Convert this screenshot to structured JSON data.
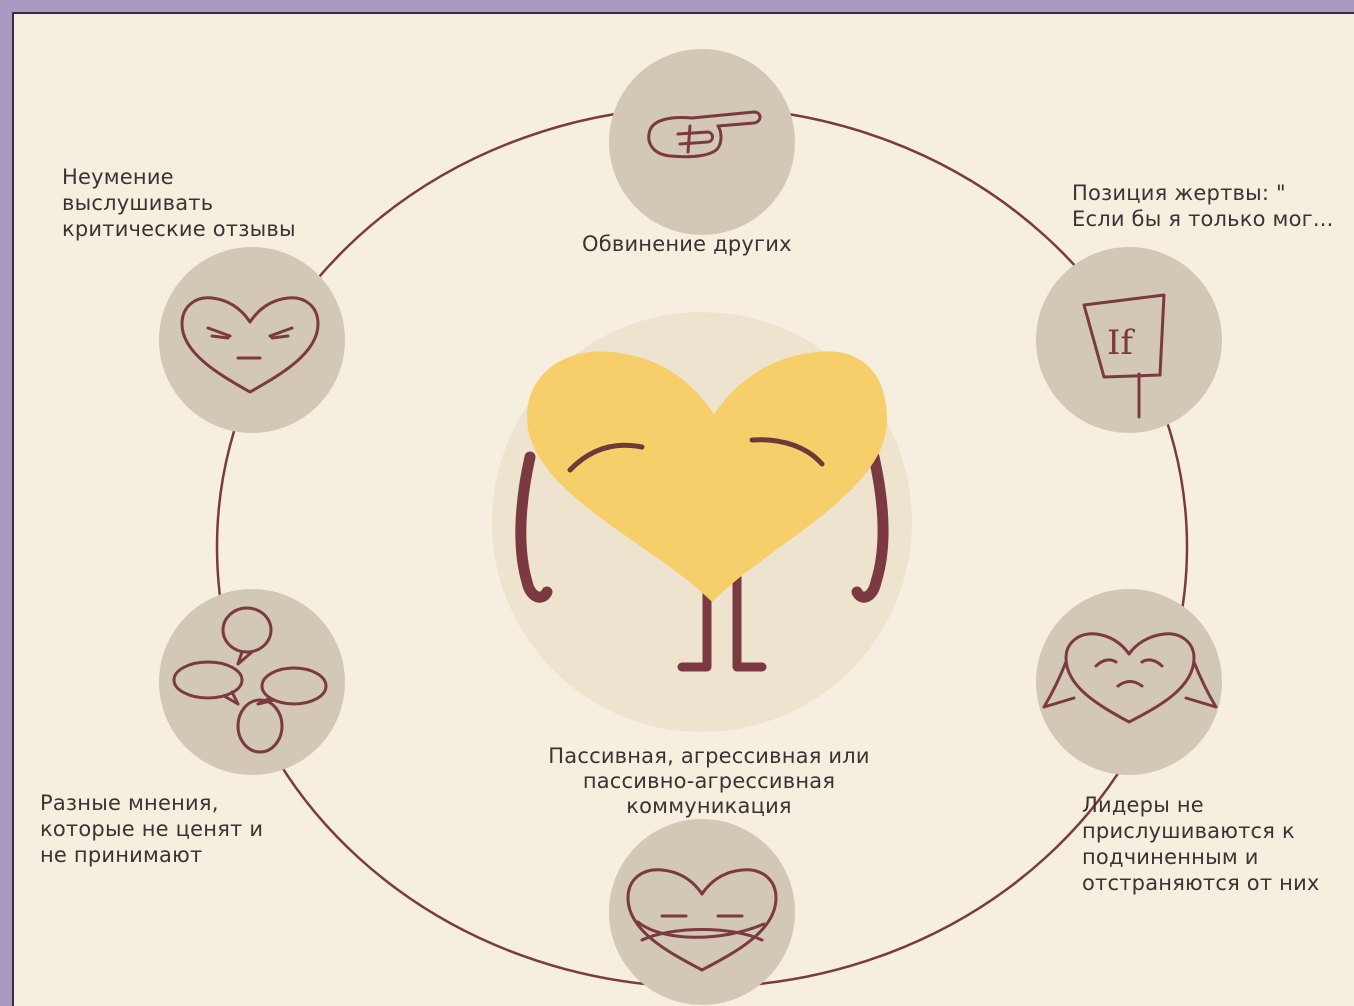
{
  "colors": {
    "frame": "#a99ac4",
    "background": "#f6efdf",
    "circle_fill": "#d3c7b6",
    "center_fill": "#eee3cf",
    "heart_yellow": "#f6cf6a",
    "line": "#7b3a3f",
    "text": "#3a3333"
  },
  "nodes": [
    {
      "id": "top",
      "label": "Обвинение других",
      "icon": "pointing-hand-icon"
    },
    {
      "id": "right-top",
      "label": "Позиция жертвы: \"\nЕсли бы я только мог...",
      "icon": "if-sign-icon"
    },
    {
      "id": "right-bottom",
      "label": "Лидеры не\nприслушиваются к\nподчиненным и\nотстраняются от них",
      "icon": "sad-heart-hands-icon"
    },
    {
      "id": "bottom",
      "label": "Пассивная, агрессивная или\nпассивно-агрессивная\nкоммуникация",
      "icon": "crossed-arms-heart-icon"
    },
    {
      "id": "left-bottom",
      "label": "Разные мнения,\nкоторые не ценят и\nне принимают",
      "icon": "speech-bubbles-icon"
    },
    {
      "id": "left-top",
      "label": "Неумение\nвыслушивать\nкритические отзывы",
      "icon": "angry-heart-icon"
    }
  ],
  "center": {
    "icon": "sad-heart-character-icon"
  }
}
